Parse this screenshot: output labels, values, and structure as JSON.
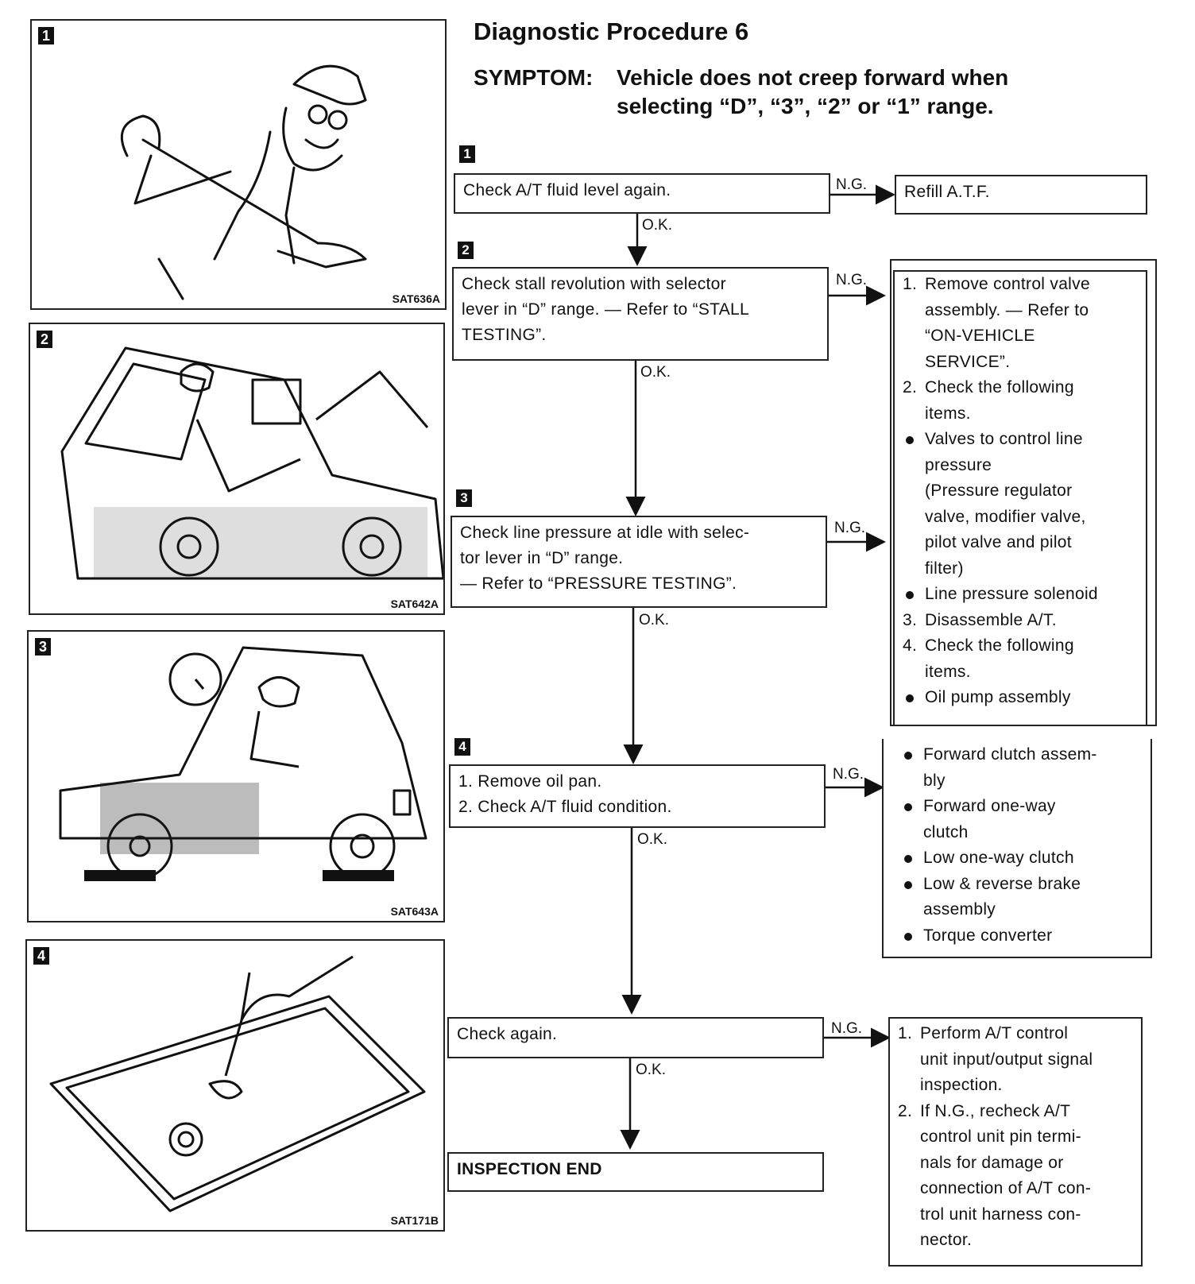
{
  "title": "Diagnostic Procedure 6",
  "symptom": {
    "label": "SYMPTOM:",
    "line1": "Vehicle does not creep forward when",
    "line2": "selecting “D”, “3”, “2” or “1” range."
  },
  "illustrations": [
    {
      "number": "1",
      "code": "SAT636A"
    },
    {
      "number": "2",
      "code": "SAT642A"
    },
    {
      "number": "3",
      "code": "SAT643A"
    },
    {
      "number": "4",
      "code": "SAT171B"
    }
  ],
  "flow": {
    "step1": {
      "number": "1",
      "text": "Check A/T fluid level again.",
      "ng_label": "N.G.",
      "ng_action": "Refill A.T.F.",
      "ok_label": "O.K."
    },
    "step2": {
      "number": "2",
      "line1": "Check stall revolution with selector",
      "line2": "lever in “D” range. — Refer to “STALL",
      "line3": "TESTING”.",
      "ng_label": "N.G.",
      "ok_label": "O.K."
    },
    "step3": {
      "number": "3",
      "line1": "Check line pressure at idle with selec-",
      "line2": "tor lever in “D” range.",
      "line3": "— Refer to “PRESSURE TESTING”.",
      "ng_label": "N.G.",
      "ok_label": "O.K."
    },
    "step4": {
      "number": "4",
      "line1": "1. Remove oil pan.",
      "line2": "2. Check A/T fluid condition.",
      "ng_label": "N.G.",
      "ok_label": "O.K."
    },
    "step5": {
      "text": "Check again.",
      "ng_label": "N.G.",
      "ok_label": "O.K."
    },
    "end": "INSPECTION END"
  },
  "remedy_list": [
    {
      "marker": "1.",
      "lines": [
        "Remove control valve",
        "assembly. — Refer to",
        "“ON-VEHICLE",
        "SERVICE”."
      ]
    },
    {
      "marker": "2.",
      "lines": [
        "Check the following",
        "items."
      ]
    },
    {
      "marker": "bullet",
      "lines": [
        "Valves to control line",
        "pressure",
        "(Pressure regulator",
        "valve, modifier valve,",
        "pilot valve and pilot",
        "filter)"
      ]
    },
    {
      "marker": "bullet",
      "lines": [
        "Line pressure solenoid"
      ]
    },
    {
      "marker": "3.",
      "lines": [
        "Disassemble A/T."
      ]
    },
    {
      "marker": "4.",
      "lines": [
        "Check the following",
        "items."
      ]
    },
    {
      "marker": "bullet",
      "lines": [
        "Oil pump assembly"
      ]
    }
  ],
  "remedy_list2": [
    {
      "marker": "bullet",
      "lines": [
        "Forward clutch assem-",
        "bly"
      ]
    },
    {
      "marker": "bullet",
      "lines": [
        "Forward one-way",
        "clutch"
      ]
    },
    {
      "marker": "bullet",
      "lines": [
        "Low one-way clutch"
      ]
    },
    {
      "marker": "bullet",
      "lines": [
        "Low & reverse brake",
        "assembly"
      ]
    },
    {
      "marker": "bullet",
      "lines": [
        "Torque converter"
      ]
    }
  ],
  "remedy_list3": [
    {
      "marker": "1.",
      "lines": [
        "Perform A/T control",
        "unit input/output signal",
        "inspection."
      ]
    },
    {
      "marker": "2.",
      "lines": [
        "If N.G., recheck A/T",
        "control unit pin termi-",
        "nals for damage or",
        "connection of A/T con-",
        "trol unit harness con-",
        "nector."
      ]
    }
  ]
}
